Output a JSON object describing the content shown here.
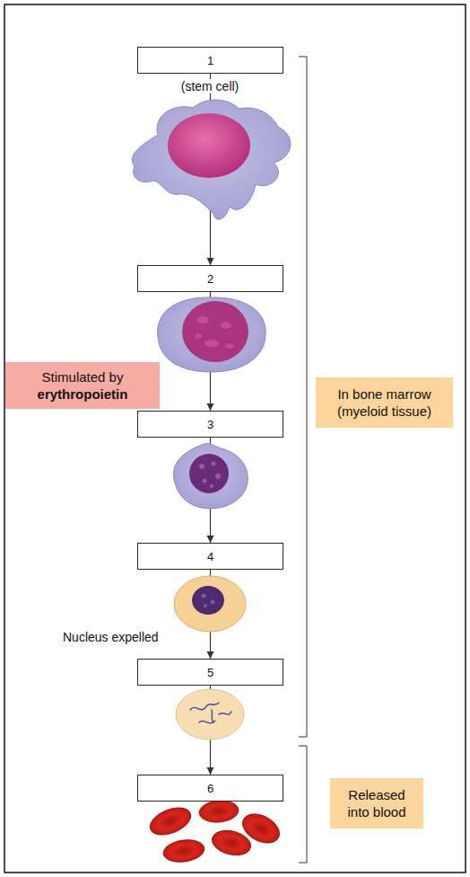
{
  "diagram": {
    "nodes": [
      {
        "text": [
          "1"
        ]
      },
      {
        "text": [
          "2"
        ]
      },
      {
        "text": [
          "Stimulated by",
          "erythropoietin"
        ]
      },
      {
        "text": [
          "In bone marrow (myeloid tissue)"
        ]
      },
      {
        "text": [
          "3"
        ]
      },
      {
        "text": [
          "4"
        ]
      },
      {
        "text": [
          "5"
        ]
      },
      {
        "text": [
          "6"
        ]
      },
      {
        "text": [
          "Released into blood"
        ]
      }
    ],
    "edges": [
      {
        "from": 0,
        "to": 1,
        "arrow": "to"
      },
      {
        "from": 1,
        "to": 4,
        "arrow": "to"
      },
      {
        "from": 4,
        "to": 5,
        "arrow": "to"
      },
      {
        "from": 5,
        "to": 6,
        "arrow": "to"
      },
      {
        "from": 6,
        "to": 7,
        "arrow": "to"
      }
    ],
    "labels": [
      "(stem cell)",
      "Nucleus expelled"
    ]
  }
}
